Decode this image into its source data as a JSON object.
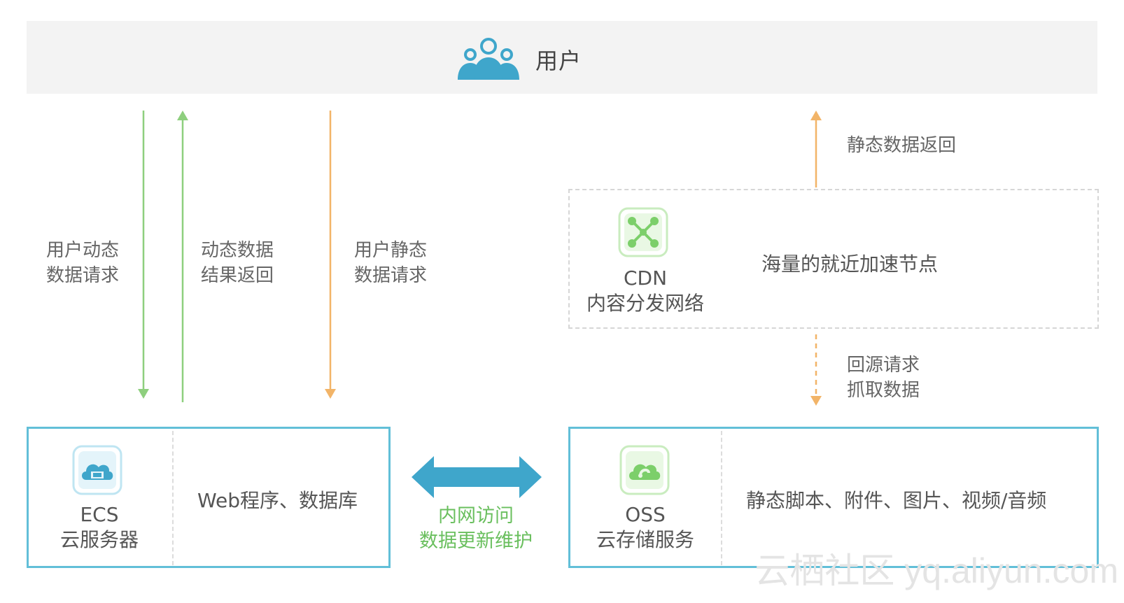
{
  "header": {
    "title": "用户",
    "icon": "users-icon"
  },
  "flows": {
    "dynamic_request": [
      "用户动态",
      "数据请求"
    ],
    "dynamic_result": [
      "动态数据",
      "结果返回"
    ],
    "static_request": [
      "用户静态",
      "数据请求"
    ],
    "static_return": "静态数据返回",
    "origin_fetch": [
      "回源请求",
      "抓取数据"
    ]
  },
  "cdn": {
    "name": "CDN",
    "subtitle": "内容分发网络",
    "description": "海量的就近加速节点",
    "icon": "network-nodes-icon"
  },
  "ecs": {
    "name": "ECS",
    "subtitle": "云服务器",
    "description": "Web程序、数据库",
    "icon": "cloud-server-icon"
  },
  "oss": {
    "name": "OSS",
    "subtitle": "云存储服务",
    "description": "静态脚本、附件、图片、视频/音频",
    "icon": "cloud-storage-icon"
  },
  "link": {
    "lines": [
      "内网访问",
      "数据更新维护"
    ]
  },
  "watermark": "云栖社区 yq.aliyun.com",
  "colors": {
    "green": "#8ecf7e",
    "orange": "#f2b468",
    "blue": "#3fa6cb",
    "box_border": "#62bfd8",
    "link_text": "#6abf5e"
  }
}
